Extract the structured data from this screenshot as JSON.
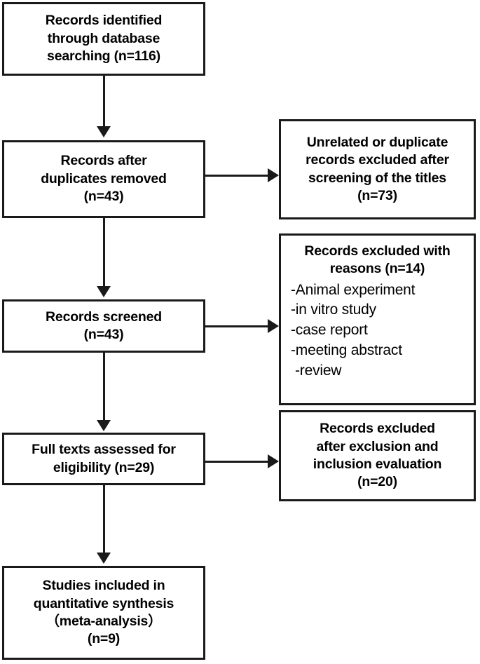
{
  "diagram": {
    "title": "PRISMA study selection flow diagram",
    "type": "flowchart",
    "line_color": "#1a1a1a",
    "background": "#ffffff"
  },
  "boxes": {
    "identified": {
      "id": "records-identified",
      "lines": [
        "Records identified",
        "through database",
        "searching (n=116)"
      ],
      "count_label": "n=116",
      "count": 116
    },
    "after_duplicates": {
      "id": "records-after-duplicates-removed",
      "lines": [
        "Records after",
        "duplicates removed",
        "(n=43)"
      ],
      "count_label": "n=43",
      "count": 43
    },
    "excluded_titles": {
      "id": "unrelated-or-duplicate-records-excluded",
      "lines": [
        "Unrelated or duplicate",
        "records excluded after",
        "screening of the titles",
        "(n=73)"
      ],
      "count_label": "n=73",
      "count": 73
    },
    "screened": {
      "id": "records-screened",
      "lines": [
        "Records screened",
        "(n=43)"
      ],
      "count_label": "n=43",
      "count": 43
    },
    "excluded_reasons": {
      "id": "records-excluded-with-reasons",
      "heading": [
        "Records excluded with",
        "reasons (n=14)"
      ],
      "count_label": "n=14",
      "count": 14,
      "reasons": [
        "-Animal experiment",
        "-in vitro study",
        "-case report",
        "-meeting abstract",
        "-review"
      ]
    },
    "full_texts": {
      "id": "full-texts-assessed-for-eligibility",
      "lines": [
        "Full texts assessed for",
        "eligibility (n=29)"
      ],
      "count_label": "n=29",
      "count": 29
    },
    "excluded_evaluation": {
      "id": "records-excluded-after-evaluation",
      "lines": [
        "Records excluded",
        "after exclusion and",
        "inclusion evaluation",
        "(n=20)"
      ],
      "count_label": "n=20",
      "count": 20
    },
    "included": {
      "id": "studies-included-in-quantitative-synthesis",
      "lines": [
        "Studies included in",
        "quantitative synthesis",
        "（meta-analysis）",
        "(n=9)"
      ],
      "count_label": "n=9",
      "count": 9
    }
  },
  "connectors": [
    {
      "name": "identified-to-after-duplicates",
      "direction": "down"
    },
    {
      "name": "after-duplicates-to-excluded-titles",
      "direction": "right"
    },
    {
      "name": "after-duplicates-to-screened",
      "direction": "down"
    },
    {
      "name": "screened-to-excluded-reasons",
      "direction": "right"
    },
    {
      "name": "screened-to-full-texts",
      "direction": "down"
    },
    {
      "name": "full-texts-to-excluded-evaluation",
      "direction": "right"
    },
    {
      "name": "full-texts-to-included",
      "direction": "down"
    }
  ]
}
